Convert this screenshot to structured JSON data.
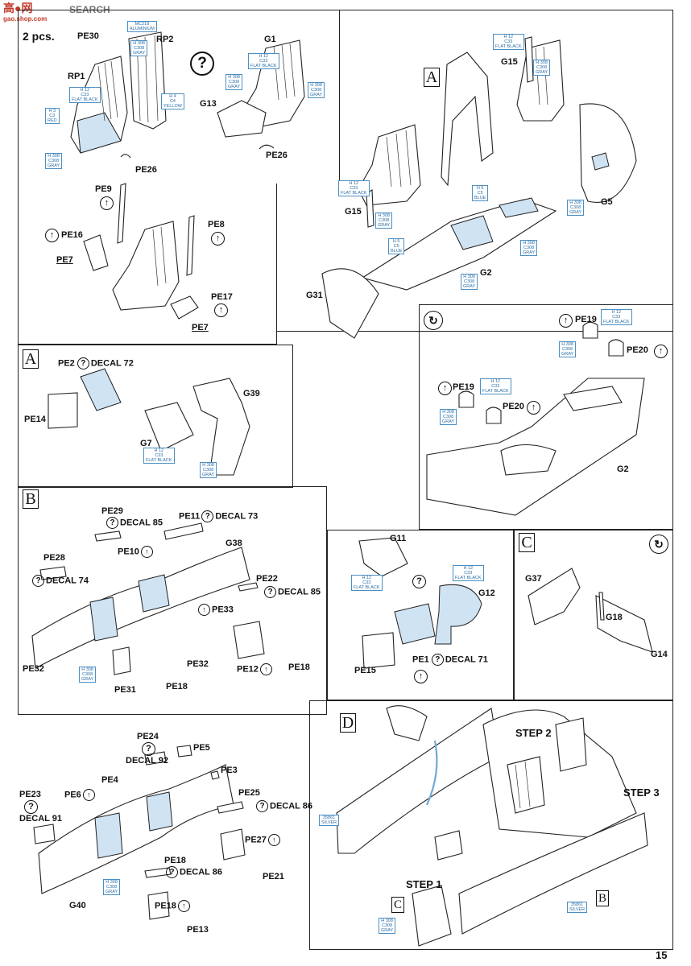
{
  "watermark": {
    "brand": "SEARCH",
    "site": "gao.shop.com"
  },
  "page_number": "15",
  "qty_note": "2 pcs.",
  "paints": {
    "flat_black": {
      "h": "H 12",
      "c": "C33",
      "name": "FLAT BLACK"
    },
    "gray": {
      "h": "H 308",
      "c": "C308",
      "name": "GRAY"
    },
    "red": {
      "h": "H 3",
      "c": "C3",
      "name": "RED"
    },
    "blue": {
      "h": "H 5",
      "c": "C5",
      "name": "BLUE"
    },
    "yellow": {
      "h": "H 4",
      "c": "C4",
      "name": "YELLOW"
    },
    "aluminium": {
      "h": "MC218",
      "c": "",
      "name": "ALUMINIUM"
    },
    "silver": {
      "h": "35861",
      "c": "",
      "name": "SILVER"
    }
  },
  "panels": {
    "seat": {
      "labels": [
        "PE30",
        "RP2",
        "RP1",
        "PE26",
        "G1",
        "G13",
        "PE26"
      ]
    },
    "harness": {
      "labels": [
        "PE9",
        "PE8",
        "PE16",
        "PE7",
        "PE17",
        "PE7"
      ]
    },
    "main": {
      "letter": "A",
      "labels": [
        "G15",
        "G15",
        "G5",
        "G2",
        "G31"
      ]
    },
    "sub_pe19": {
      "labels": [
        "PE19",
        "PE20",
        "PE19",
        "PE20",
        "G2"
      ]
    },
    "a": {
      "letter": "A",
      "labels": [
        "PE14",
        "G7",
        "G39"
      ],
      "pe2": "PE2",
      "decal72": "DECAL 72"
    },
    "b": {
      "letter": "B",
      "labels": [
        "PE29",
        "PE28",
        "PE10",
        "G38",
        "PE22",
        "PE33",
        "PE32",
        "PE32",
        "PE31",
        "PE18",
        "PE12",
        "PE18"
      ],
      "pe11": "PE11",
      "decal73": "DECAL 73",
      "decal85a": "DECAL 85",
      "decal74": "DECAL 74",
      "decal85b": "DECAL 85"
    },
    "g11": {
      "labels": [
        "G11",
        "G12",
        "PE15",
        "PE1"
      ],
      "decal71": "DECAL 71"
    },
    "c": {
      "letter": "C",
      "labels": [
        "G37",
        "G18",
        "G14"
      ]
    },
    "bottom": {
      "labels": [
        "PE24",
        "PE5",
        "PE3",
        "PE4",
        "PE6",
        "PE23",
        "PE25",
        "PE27",
        "PE21",
        "PE18",
        "PE13",
        "PE18",
        "G40"
      ],
      "decal92": "DECAL 92",
      "decal91": "DECAL 91",
      "decal86a": "DECAL 86",
      "decal86b": "DECAL 86"
    },
    "d": {
      "letter": "D",
      "step1": "STEP 1",
      "step2": "STEP 2",
      "step3": "STEP 3",
      "ref_c": "C",
      "ref_b": "B"
    }
  }
}
